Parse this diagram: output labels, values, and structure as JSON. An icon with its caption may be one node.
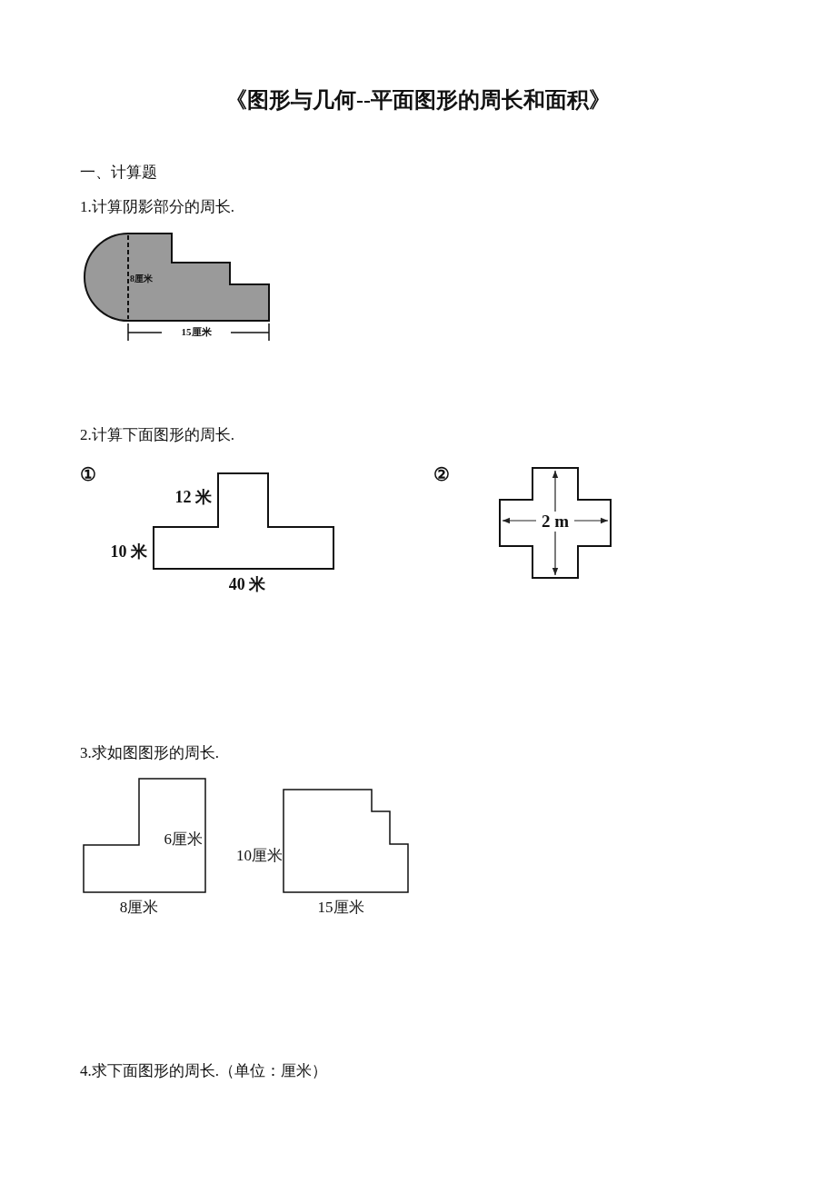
{
  "diagram": {
    "title": "《图形与几何--平面图形的周长和面积》",
    "labels": [
      "一、计算题",
      "1.计算阴影部分的周长.",
      "8厘米",
      "15厘米",
      "2.计算下面图形的周长.",
      "①",
      "12 米",
      "10 米",
      "40 米",
      "②",
      "2 m",
      "3.求如图图形的周长.",
      "6厘米",
      "10厘米",
      "8厘米",
      "15厘米",
      "4.求下面图形的周长.（单位：厘米）"
    ]
  }
}
